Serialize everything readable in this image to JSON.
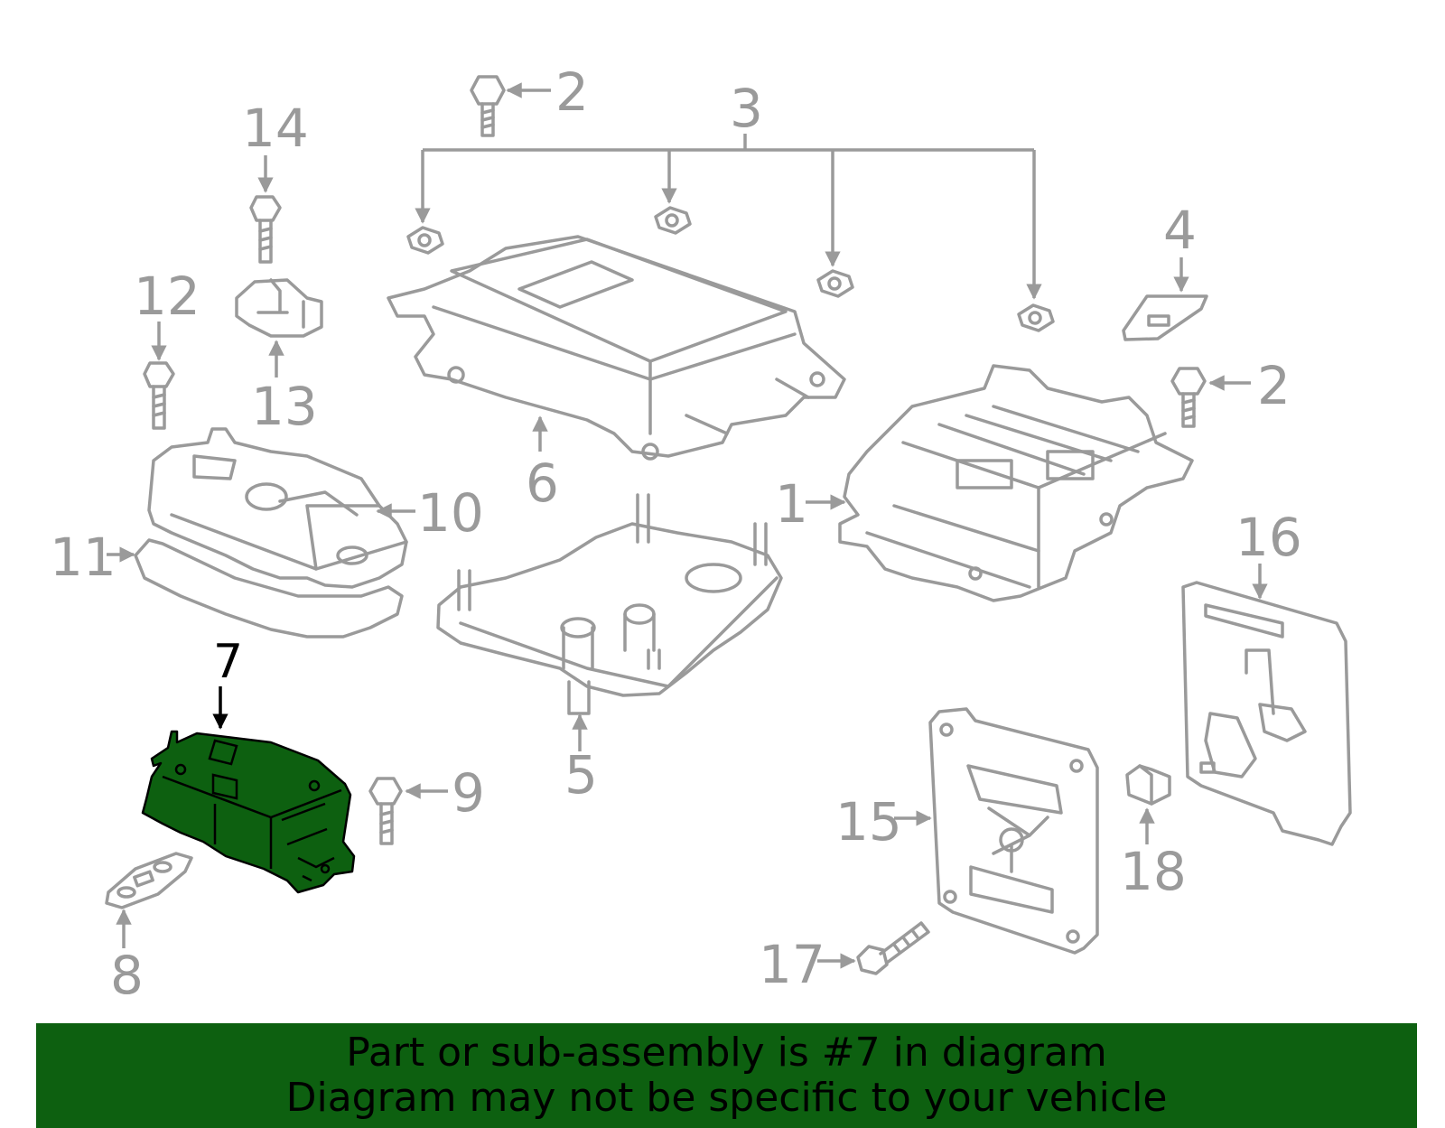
{
  "diagram": {
    "highlight_color": "#0d6010",
    "line_color": "#9a9a9a",
    "callouts": {
      "c1": "1",
      "c2a": "2",
      "c2b": "2",
      "c3": "3",
      "c4": "4",
      "c5": "5",
      "c6": "6",
      "c7": "7",
      "c8": "8",
      "c9": "9",
      "c10": "10",
      "c11": "11",
      "c12": "12",
      "c13": "13",
      "c14": "14",
      "c15": "15",
      "c16": "16",
      "c17": "17",
      "c18": "18"
    }
  },
  "banner": {
    "line1": "Part or sub-assembly is #7 in diagram",
    "line2": "Diagram may not be specific to your vehicle"
  }
}
